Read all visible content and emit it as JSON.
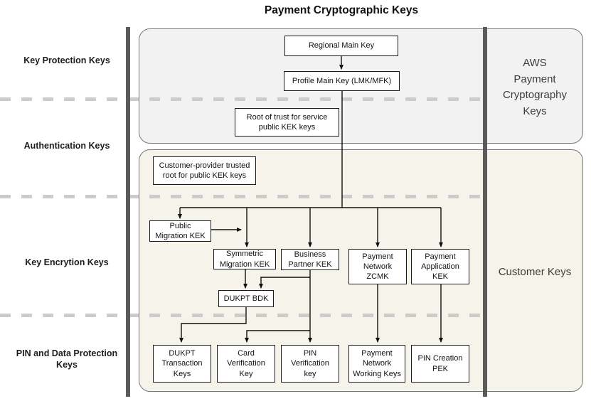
{
  "title": "Payment Cryptographic Keys",
  "row_labels": {
    "protection": "Key Protection Keys",
    "authentication": "Authentication Keys",
    "encryption": "Key Encrytion Keys",
    "pin": "PIN and Data Protection\nKeys"
  },
  "zones": {
    "aws_label": "AWS\nPayment\nCryptography\nKeys",
    "customer_label": "Customer Keys"
  },
  "nodes": {
    "regional_main_key": {
      "label": "Regional Main Key"
    },
    "profile_main_key": {
      "label": "Profile Main Key (LMK/MFK)"
    },
    "root_of_trust": {
      "label": "Root of trust for service\npublic KEK keys"
    },
    "customer_provider_root": {
      "label": "Customer-provider trusted\nroot for public KEK keys"
    },
    "public_migration_kek": {
      "label": "Public\nMigration KEK"
    },
    "symmetric_migration_kek": {
      "label": "Symmetric\nMigration KEK"
    },
    "business_partner_kek": {
      "label": "Business\nPartner KEK"
    },
    "payment_network_zcmk": {
      "label": "Payment\nNetwork\nZCMK"
    },
    "payment_application_kek": {
      "label": "Payment\nApplication\nKEK"
    },
    "dukpt_bdk": {
      "label": "DUKPT BDK"
    },
    "dukpt_transaction_keys": {
      "label": "DUKPT\nTransaction\nKeys"
    },
    "card_verification_key": {
      "label": "Card\nVerification\nKey"
    },
    "pin_verification_key": {
      "label": "PIN\nVerification\nkey"
    },
    "payment_network_working_keys": {
      "label": "Payment\nNetwork\nWorking Keys"
    },
    "pin_creation_pek": {
      "label": "PIN Creation\nPEK"
    }
  },
  "colors": {
    "aws_zone_fill": "#f2f2f2",
    "customer_zone_fill": "#f6f3ea",
    "side_bar": "#5a5a5a",
    "dashed_divider": "#cccccc",
    "connector_line": "#111111",
    "node_fill": "#ffffff"
  }
}
